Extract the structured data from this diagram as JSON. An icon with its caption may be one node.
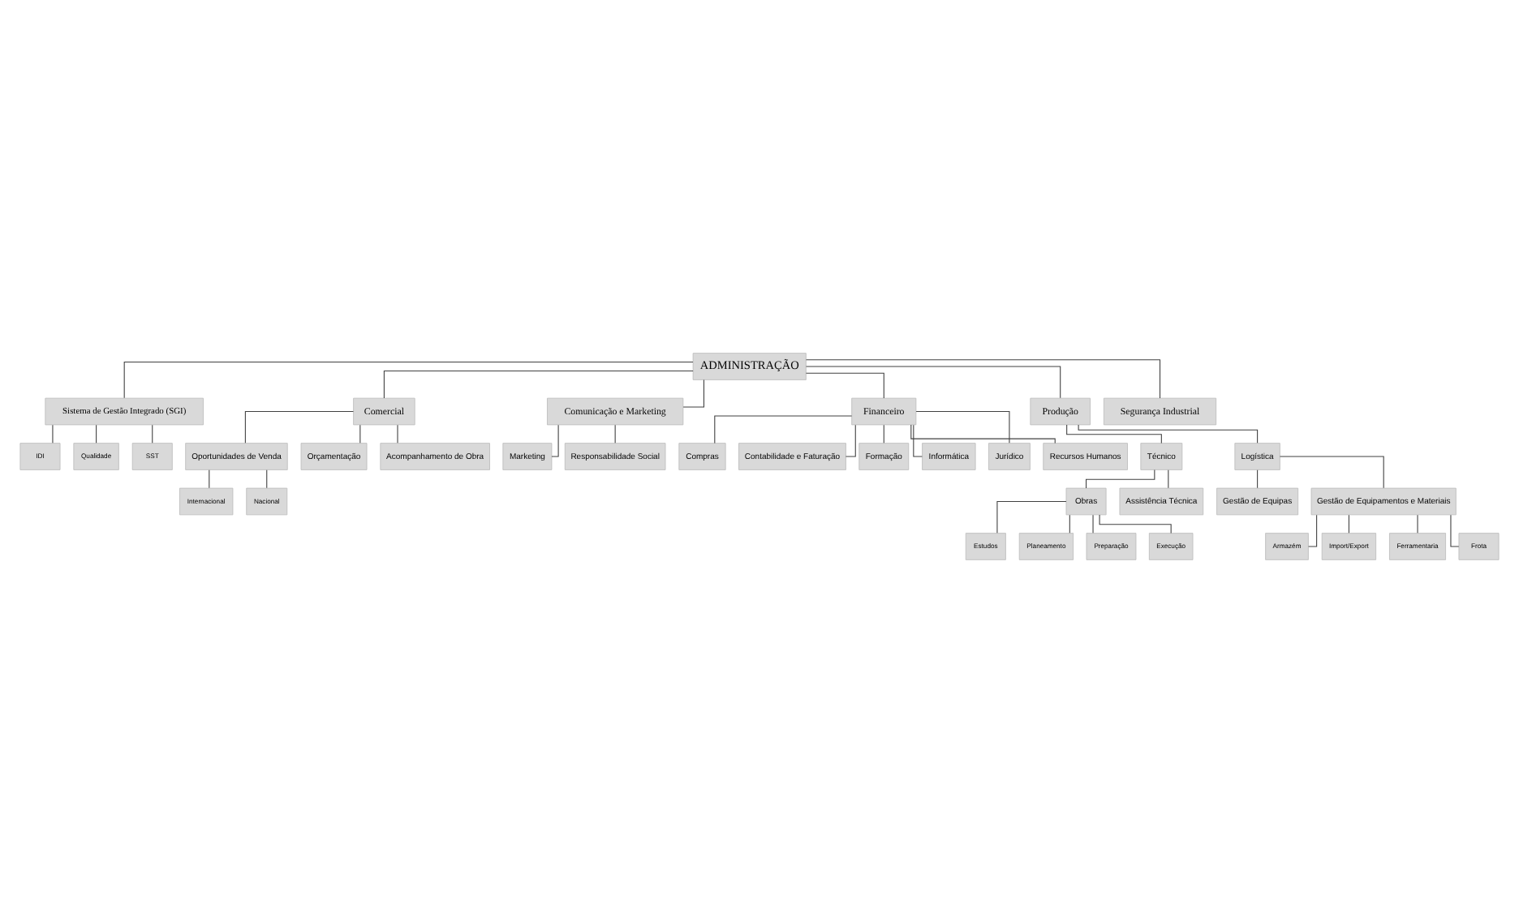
{
  "diagram": {
    "nodes": [
      {
        "text": [
          "ADMINISTRAÇÃO"
        ]
      },
      {
        "text": [
          "Sistema de Gestão Integrado (SGI)"
        ]
      },
      {
        "text": [
          "IDI"
        ]
      },
      {
        "text": [
          "Qualidade"
        ]
      },
      {
        "text": [
          "SST"
        ]
      },
      {
        "text": [
          "Comercial"
        ]
      },
      {
        "text": [
          "Comunicação e Marketing"
        ]
      },
      {
        "text": [
          "Financeiro"
        ]
      },
      {
        "text": [
          "Produção"
        ]
      },
      {
        "text": [
          "Segurança Industrial"
        ]
      },
      {
        "text": [
          "Oportunidades de Venda"
        ]
      },
      {
        "text": [
          "Orçamentação"
        ]
      },
      {
        "text": [
          "Acompanhamento de Obra"
        ]
      },
      {
        "text": [
          "Internacional"
        ]
      },
      {
        "text": [
          "Nacional"
        ]
      },
      {
        "text": [
          "Marketing"
        ]
      },
      {
        "text": [
          "Responsabilidade Social"
        ]
      },
      {
        "text": [
          "Compras"
        ]
      },
      {
        "text": [
          "Contabilidade e Faturação"
        ]
      },
      {
        "text": [
          "Formação"
        ]
      },
      {
        "text": [
          "Informática"
        ]
      },
      {
        "text": [
          "Jurídico"
        ]
      },
      {
        "text": [
          "Recursos Humanos"
        ]
      },
      {
        "text": [
          "Técnico"
        ]
      },
      {
        "text": [
          "Logística"
        ]
      },
      {
        "text": [
          "Obras"
        ]
      },
      {
        "text": [
          "Assistência Técnica"
        ]
      },
      {
        "text": [
          "Gestão de Equipas"
        ]
      },
      {
        "text": [
          "Gestão de Equipamentos e Materiais"
        ]
      },
      {
        "text": [
          "Estudos"
        ]
      },
      {
        "text": [
          "Planeamento"
        ]
      },
      {
        "text": [
          "Preparação"
        ]
      },
      {
        "text": [
          "Execução"
        ]
      },
      {
        "text": [
          "Armazém"
        ]
      },
      {
        "text": [
          "Import/Export"
        ]
      },
      {
        "text": [
          "Ferramentaria"
        ]
      },
      {
        "text": [
          "Frota"
        ]
      }
    ],
    "edges": [
      {
        "from": 0,
        "to": 1,
        "arrow": "none"
      },
      {
        "from": 1,
        "to": 2,
        "arrow": "none"
      },
      {
        "from": 1,
        "to": 3,
        "arrow": "none"
      },
      {
        "from": 1,
        "to": 4,
        "arrow": "none"
      },
      {
        "from": 0,
        "to": 5,
        "arrow": "none"
      },
      {
        "from": 0,
        "to": 6,
        "arrow": "none"
      },
      {
        "from": 0,
        "to": 7,
        "arrow": "none"
      },
      {
        "from": 0,
        "to": 8,
        "arrow": "none"
      },
      {
        "from": 0,
        "to": 9,
        "arrow": "none"
      },
      {
        "from": 5,
        "to": 10,
        "arrow": "none"
      },
      {
        "from": 5,
        "to": 11,
        "arrow": "none"
      },
      {
        "from": 5,
        "to": 12,
        "arrow": "none"
      },
      {
        "from": 10,
        "to": 13,
        "arrow": "none"
      },
      {
        "from": 10,
        "to": 14,
        "arrow": "none"
      },
      {
        "from": 6,
        "to": 15,
        "arrow": "none"
      },
      {
        "from": 6,
        "to": 16,
        "arrow": "none"
      },
      {
        "from": 7,
        "to": 17,
        "arrow": "none"
      },
      {
        "from": 7,
        "to": 18,
        "arrow": "none"
      },
      {
        "from": 7,
        "to": 19,
        "arrow": "none"
      },
      {
        "from": 7,
        "to": 20,
        "arrow": "none"
      },
      {
        "from": 7,
        "to": 21,
        "arrow": "none"
      },
      {
        "from": 7,
        "to": 22,
        "arrow": "none"
      },
      {
        "from": 8,
        "to": 23,
        "arrow": "none"
      },
      {
        "from": 8,
        "to": 24,
        "arrow": "none"
      },
      {
        "from": 23,
        "to": 25,
        "arrow": "none"
      },
      {
        "from": 23,
        "to": 26,
        "arrow": "none"
      },
      {
        "from": 24,
        "to": 27,
        "arrow": "none"
      },
      {
        "from": 24,
        "to": 28,
        "arrow": "none"
      },
      {
        "from": 25,
        "to": 29,
        "arrow": "none"
      },
      {
        "from": 25,
        "to": 30,
        "arrow": "none"
      },
      {
        "from": 25,
        "to": 31,
        "arrow": "none"
      },
      {
        "from": 25,
        "to": 32,
        "arrow": "none"
      },
      {
        "from": 28,
        "to": 33,
        "arrow": "none"
      },
      {
        "from": 28,
        "to": 34,
        "arrow": "none"
      },
      {
        "from": 28,
        "to": 35,
        "arrow": "none"
      },
      {
        "from": 28,
        "to": 36,
        "arrow": "none"
      }
    ]
  }
}
